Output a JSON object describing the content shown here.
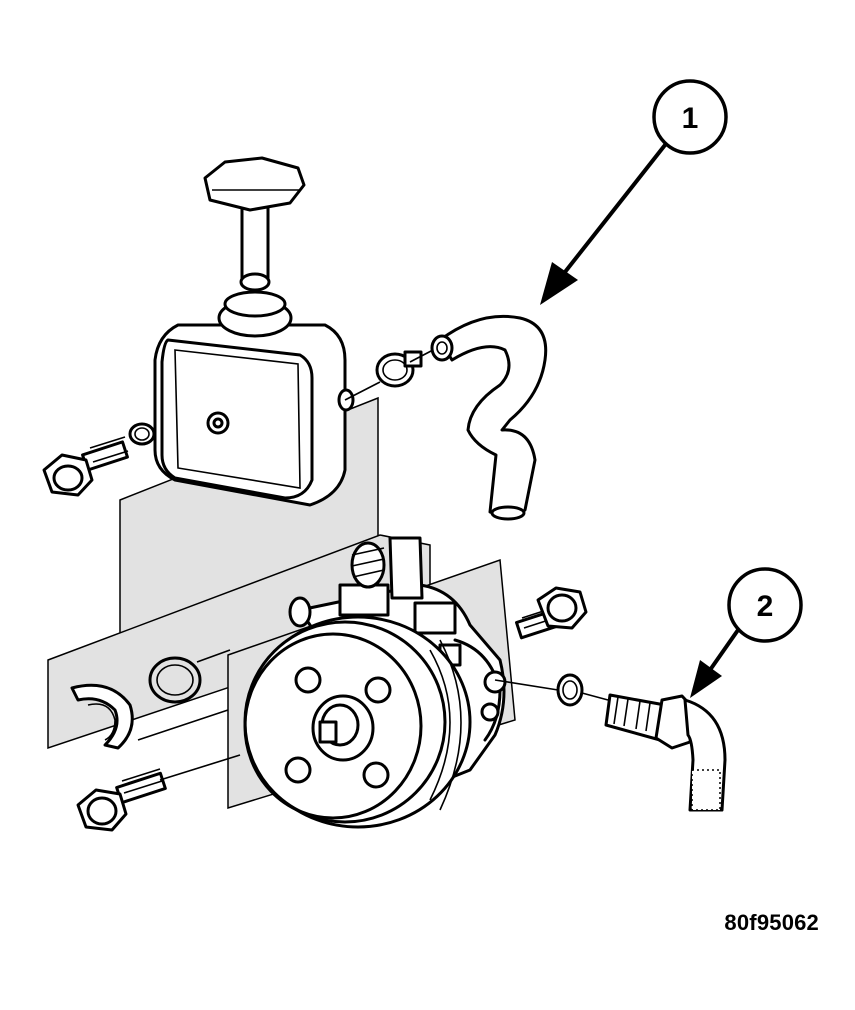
{
  "callouts": [
    {
      "label": "1"
    },
    {
      "label": "2"
    }
  ],
  "figure_id": "80f95062"
}
